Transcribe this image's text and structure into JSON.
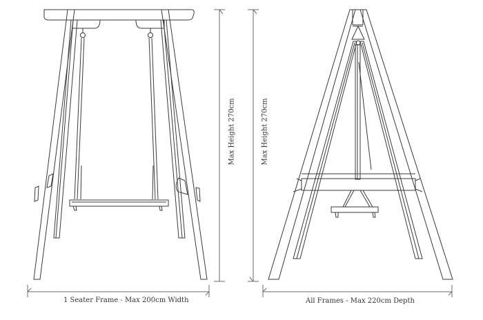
{
  "diagram": {
    "title": "Swing frame dimension drawing",
    "views": [
      {
        "name": "front-view",
        "description": "1 seater swing frame, front elevation"
      },
      {
        "name": "side-view",
        "description": "A-frame side elevation"
      }
    ],
    "labels": {
      "width_dimension": "1 Seater Frame - Max 200cm Width",
      "depth_dimension": "All Frames - Max 220cm Depth",
      "height_dimension_left": "Max Height 270cm",
      "height_dimension_right": "Max Height 270cm"
    },
    "colors": {
      "line": "#3a3a3a",
      "dimension_line": "#6a6a6a",
      "background": "#ffffff"
    }
  }
}
